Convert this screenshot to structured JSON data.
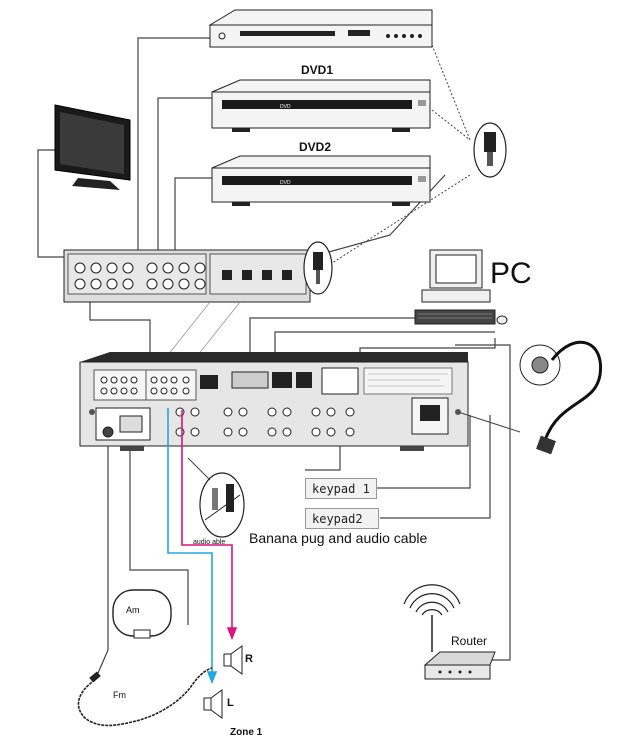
{
  "labels": {
    "dvd1": "DVD1",
    "dvd2": "DVD2",
    "pc": "PC",
    "keypad1": "keypad 1",
    "keypad2": "keypad2",
    "banana": "Banana pug and audio cable",
    "audio_cable": "audio   able",
    "router": "Router",
    "am": "Am",
    "fm": "Fm",
    "speaker_r": "R",
    "speaker_l": "L",
    "zone": "Zone 1"
  },
  "colors": {
    "wire": "#444444",
    "pink_cable": "#e0127c",
    "blue_cable": "#22a8e0",
    "device_body": "#f4f4f4",
    "device_dark": "#1a1a1a"
  }
}
